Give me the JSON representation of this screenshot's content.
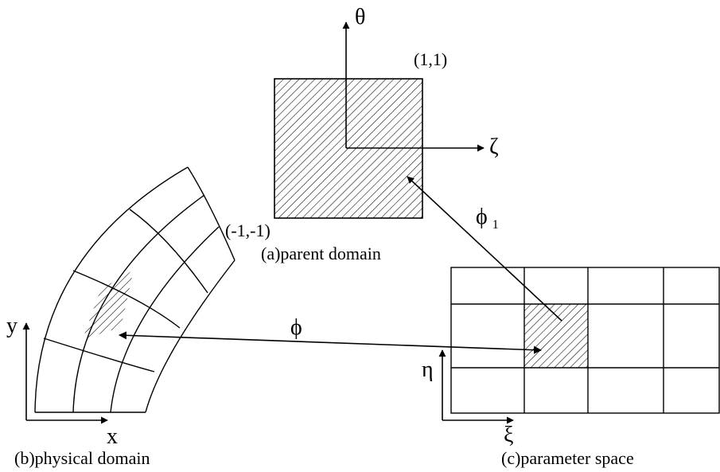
{
  "parent_domain": {
    "caption": "(a)parent domain",
    "corner_top_right": "(1,1)",
    "corner_bottom_left": "(-1,-1)",
    "axis_vertical": "θ",
    "axis_horizontal": "ζ"
  },
  "physical_domain": {
    "caption": "(b)physical domain",
    "axis_x": "x",
    "axis_y": "y"
  },
  "parameter_space": {
    "caption": "(c)parameter space",
    "axis_horizontal": "ξ",
    "axis_vertical": "η"
  },
  "mappings": {
    "phi": "ϕ",
    "phi1_symbol": "ϕ",
    "phi1_subscript": "1"
  }
}
